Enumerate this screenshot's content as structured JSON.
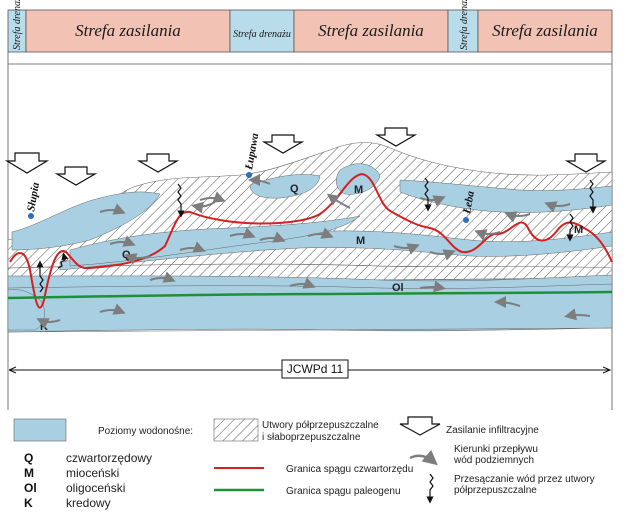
{
  "zones": [
    {
      "label": "Strefa drenażu",
      "type": "drainage"
    },
    {
      "label": "Strefa zasilania",
      "type": "recharge"
    },
    {
      "label": "Strefa drenażu",
      "type": "drainage"
    },
    {
      "label": "Strefa zasilania",
      "type": "recharge"
    },
    {
      "label": "Strefa drenażu",
      "type": "drainage"
    },
    {
      "label": "Strefa zasilania",
      "type": "recharge"
    }
  ],
  "rivers": {
    "slupia": "Słupia",
    "lupawa": "Łupawa",
    "leba": "Łeba"
  },
  "units_on_section": {
    "q_left": "Q",
    "q_mid": "Q",
    "m_mid": "M",
    "m_top": "M",
    "m_right": "M",
    "ol": "Ol",
    "k": "K"
  },
  "extent_label": "JCWPd 11",
  "legend": {
    "aquifers_label": "Poziomy wodonośne:",
    "aquifers": [
      {
        "code": "Q",
        "name": "czwartorzędowy"
      },
      {
        "code": "M",
        "name": "mioceński"
      },
      {
        "code": "Ol",
        "name": "oligoceński"
      },
      {
        "code": "K",
        "name": "kredowy"
      }
    ],
    "semi_permeable_line1": "Utwory półprzepuszczalne",
    "semi_permeable_line2": "i słaboprzepuszczalne",
    "quaternary_floor": "Granica spągu czwartorzędu",
    "paleogene_floor": "Granica spągu paleogenu",
    "infiltration": "Zasilanie infiltracyjne",
    "flow_line1": "Kierunki przepływu",
    "flow_line2": "wód podziemnych",
    "leakage_line1": "Przesączanie wód przez utwory",
    "leakage_line2": "półprzepuszczalne"
  },
  "colors": {
    "drainage_zone": "#b9dcea",
    "recharge_zone": "#f2c3b5",
    "aquifer": "#a8d0e2",
    "quaternary_floor_line": "#d42020",
    "paleogene_floor_line": "#1f8f3a",
    "flow_arrow": "#7d7d7d"
  }
}
